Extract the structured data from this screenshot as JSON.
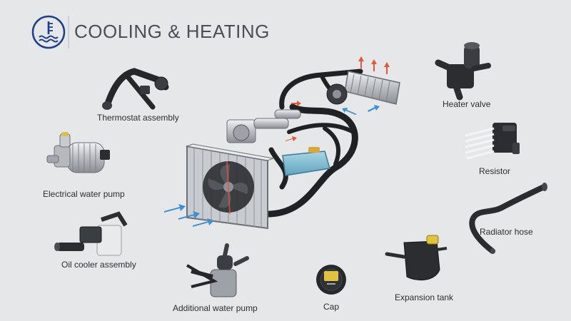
{
  "header": {
    "title": "COOLING & HEATING",
    "icon": "coolant-temperature-icon"
  },
  "colors": {
    "background": "#e6e7e9",
    "accent": "#1c3f8e",
    "hot_arrow": "#e2573c",
    "cold_arrow": "#3b8fd4",
    "coolant_tank": "#7fbcd3"
  },
  "parts": {
    "thermostat_assembly": "Thermostat assembly",
    "electrical_water_pump": "Electrical water pump",
    "oil_cooler_assembly": "Oil cooler assembly",
    "additional_water_pump": "Additional water pump",
    "cap": "Cap",
    "expansion_tank": "Expansion tank",
    "radiator_hose": "Radiator hose",
    "resistor": "Resistor",
    "heater_valve": "Heater valve"
  }
}
